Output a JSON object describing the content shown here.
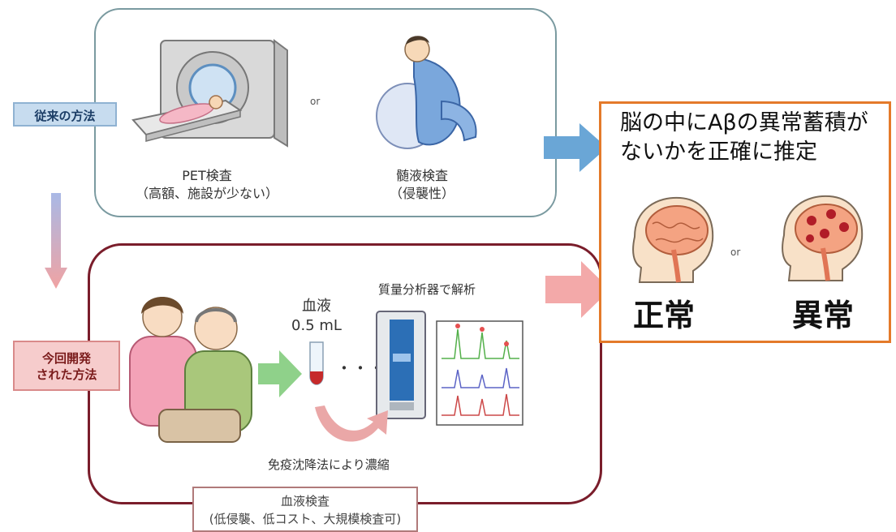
{
  "labels": {
    "conventional": "従来の方法",
    "new_line1": "今回開発",
    "new_line2": "された方法"
  },
  "top": {
    "or": "or",
    "pet_title": "PET検査",
    "pet_note": "（高額、施設が少ない）",
    "csf_title": "髄液検査",
    "csf_note": "（侵襲性）"
  },
  "bottom": {
    "blood_line1": "血液",
    "blood_line2": "0.5 mL",
    "dots": "・・・",
    "mass_spec": "質量分析器で解析",
    "immuno": "免疫沈降法により濃縮",
    "blood_test_title": "血液検査",
    "blood_test_note": "(低侵襲、低コスト、大規模検査可)"
  },
  "result": {
    "headline_line1": "脳の中にAβの異常蓄積が",
    "headline_line2": "ないかを正確に推定",
    "or": "or",
    "normal": "正常",
    "abnormal": "異常"
  },
  "colors": {
    "conventional_arrow": "#6aa6d6",
    "new_arrow": "#f3a9a9",
    "result_border": "#e47a2a",
    "bottom_border": "#7a1d2b"
  }
}
